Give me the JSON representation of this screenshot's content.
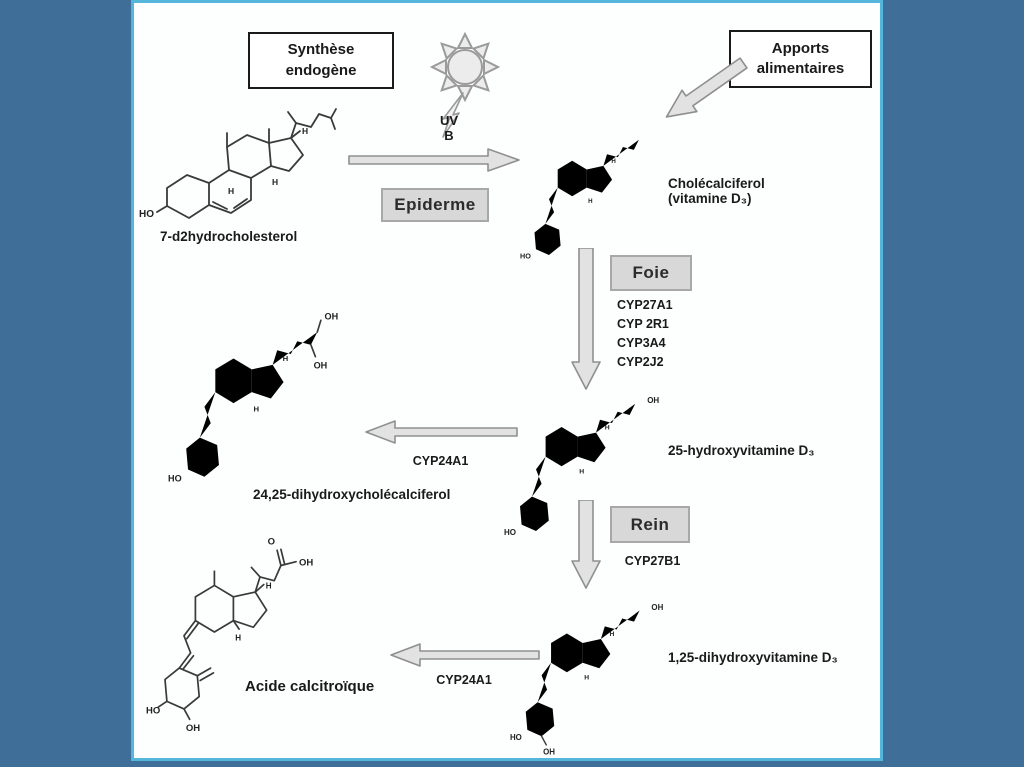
{
  "colors": {
    "outer_background": "#3f6f99",
    "frame_border": "#55b6db",
    "slide_background": "#fdfefe",
    "organ_box_fill": "#d8d8d8",
    "arrow_fill": "#e2e2e2",
    "arrow_stroke": "#8f8f8f"
  },
  "boxes": {
    "synthese": {
      "line1": "Synthèse",
      "line2": "endogène"
    },
    "apports": {
      "line1": "Apports",
      "line2": "alimentaires"
    },
    "epiderme": "Epiderme",
    "foie": "Foie",
    "rein": "Rein"
  },
  "sun": {
    "uv_line1": "UV",
    "uv_line2": "B"
  },
  "enzymes": {
    "liver": [
      "CYP27A1",
      "CYP 2R1",
      "CYP3A4",
      "CYP2J2"
    ],
    "kidney": "CYP27B1",
    "cyp24_upper": "CYP24A1",
    "cyp24_lower": "CYP24A1"
  },
  "atoms": {
    "ho": "HO",
    "oh": "OH",
    "o": "O",
    "h": "H"
  },
  "molecules": {
    "dehydro": {
      "name": "7-d2hydrocholesterol"
    },
    "chole": {
      "name_line1": "Cholécalciferol",
      "name_line2": "(vitamine D₃)"
    },
    "oh25": {
      "name": "25-hydroxyvitamine D₃"
    },
    "dioh2425": {
      "name": "24,25-dihydroxycholécalciferol"
    },
    "dioh125": {
      "name": "1,25-dihydroxyvitamine D₃"
    },
    "acide": {
      "name": "Acide calcitroïque"
    }
  }
}
